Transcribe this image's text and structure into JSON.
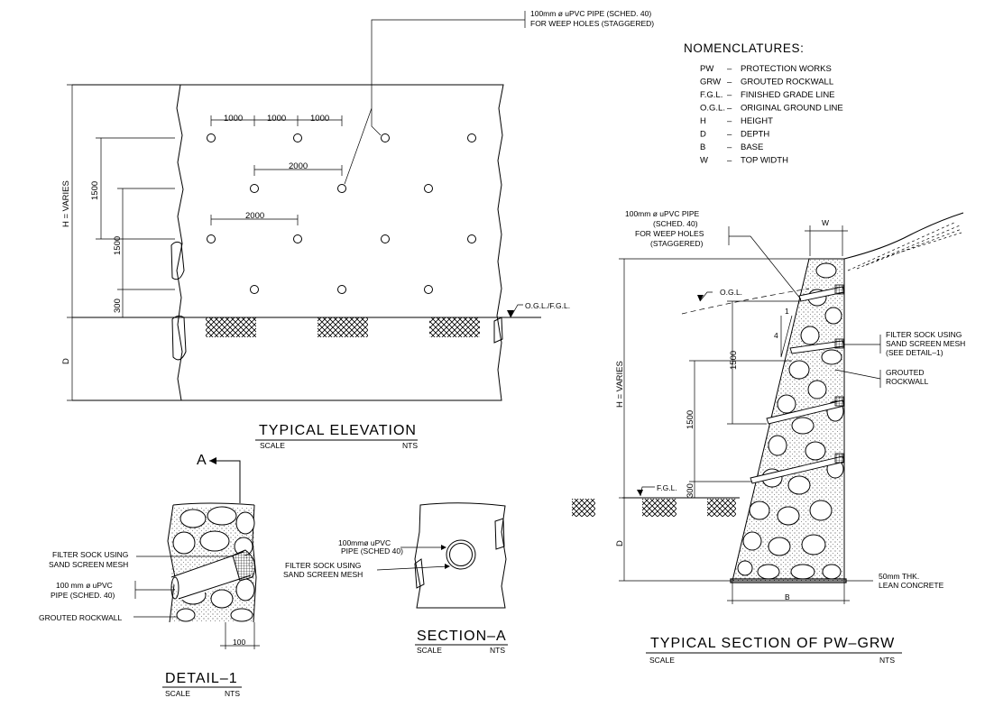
{
  "nomenclature": {
    "title": "NOMENCLATURES:",
    "items": [
      {
        "abbr": "PW",
        "dash": "–",
        "desc": "PROTECTION WORKS"
      },
      {
        "abbr": "GRW",
        "dash": "–",
        "desc": "GROUTED ROCKWALL"
      },
      {
        "abbr": "F.G.L.",
        "dash": "–",
        "desc": "FINISHED GRADE LINE"
      },
      {
        "abbr": "O.G.L.",
        "dash": "–",
        "desc": "ORIGINAL GROUND LINE"
      },
      {
        "abbr": "H",
        "dash": "–",
        "desc": "HEIGHT"
      },
      {
        "abbr": "D",
        "dash": "–",
        "desc": "DEPTH"
      },
      {
        "abbr": "B",
        "dash": "–",
        "desc": "BASE"
      },
      {
        "abbr": "W",
        "dash": "–",
        "desc": "TOP WIDTH"
      }
    ]
  },
  "elevation": {
    "title": "TYPICAL ELEVATION",
    "scale_label": "SCALE",
    "scale_value": "NTS",
    "pipe_note_1": "100mm ø uPVC PIPE (SCHED. 40)",
    "pipe_note_2": "FOR WEEP HOLES (STAGGERED)",
    "dim_1000_a": "1000",
    "dim_1000_b": "1000",
    "dim_1000_c": "1000",
    "dim_2000_a": "2000",
    "dim_2000_b": "2000",
    "dim_1500_a": "1500",
    "dim_1500_b": "1500",
    "dim_300": "300",
    "h_label": "H = VARIES",
    "d_label": "D",
    "ogl_label": "O.G.L./F.G.L."
  },
  "section_main": {
    "title": "TYPICAL SECTION OF PW–GRW",
    "scale_label": "SCALE",
    "scale_value": "NTS",
    "pipe_note": [
      "100mm ø uPVC PIPE",
      "(SCHED. 40)",
      "FOR WEEP HOLES",
      "(STAGGERED)"
    ],
    "w_label": "W",
    "ogl": "O.G.L.",
    "fgl": "F.G.L.",
    "slope_1": "1",
    "slope_4": "4",
    "dim_1500_a": "1500",
    "dim_1500_b": "1500",
    "dim_300": "300",
    "h_label": "H = VARIES",
    "d_label": "D",
    "b_label": "B",
    "filter_note": [
      "FILTER SOCK USING",
      "SAND SCREEN MESH",
      "(SEE DETAIL–1)"
    ],
    "grouted_note": [
      "GROUTED",
      "ROCKWALL"
    ],
    "concrete_note": [
      "50mm THK.",
      "LEAN CONCRETE"
    ]
  },
  "detail1": {
    "title": "DETAIL–1",
    "scale_label": "SCALE",
    "scale_value": "NTS",
    "section_marker": "A",
    "filter_note": [
      "FILTER SOCK USING",
      "SAND SCREEN MESH"
    ],
    "pipe_note": [
      "100 mm ø uPVC",
      "PIPE (SCHED. 40)"
    ],
    "grouted_note": "GROUTED ROCKWALL",
    "dim_100": "100"
  },
  "sectionA": {
    "title": "SECTION–A",
    "scale_label": "SCALE",
    "scale_value": "NTS",
    "pipe_note": [
      "100mmø uPVC",
      "PIPE (SCHED 40)"
    ],
    "filter_note": [
      "FILTER SOCK USING",
      "SAND SCREEN MESH"
    ]
  }
}
